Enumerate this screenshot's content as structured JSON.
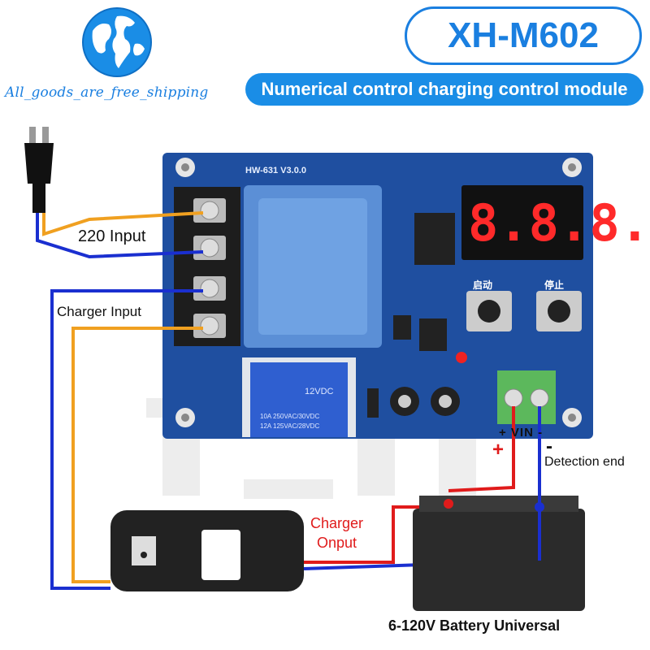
{
  "brand": {
    "store_name": "All_goods_are_free_shipping",
    "model": "XH-M602",
    "subtitle": "Numerical control charging control module"
  },
  "board": {
    "pcb_label": "HW-631 V3.0.0",
    "display_digits": [
      "8.",
      "8.",
      "8."
    ],
    "start_label": "启动",
    "stop_label": "停止",
    "relay_voltage": "12VDC",
    "relay_rating_1": "10A 250VAC/30VDC",
    "relay_rating_2": "12A 125VAC/28VDC",
    "vin_label": "+ VIN -"
  },
  "labels": {
    "input_220": "220 Input",
    "charger_input": "Charger Input",
    "detection_end": "Detection end",
    "charger_output_line1": "Charger",
    "charger_output_line2": "Onput",
    "battery": "6-120V Battery Universal",
    "plus_sign": "+",
    "minus_sign": "-"
  },
  "colors": {
    "accent_blue": "#1a7fe0",
    "pcb_blue": "#1f4fa0",
    "wire_orange": "#f0a020",
    "wire_blue": "#1a2fd0",
    "wire_red": "#e01b1b",
    "display_red": "#ff2a2a"
  }
}
